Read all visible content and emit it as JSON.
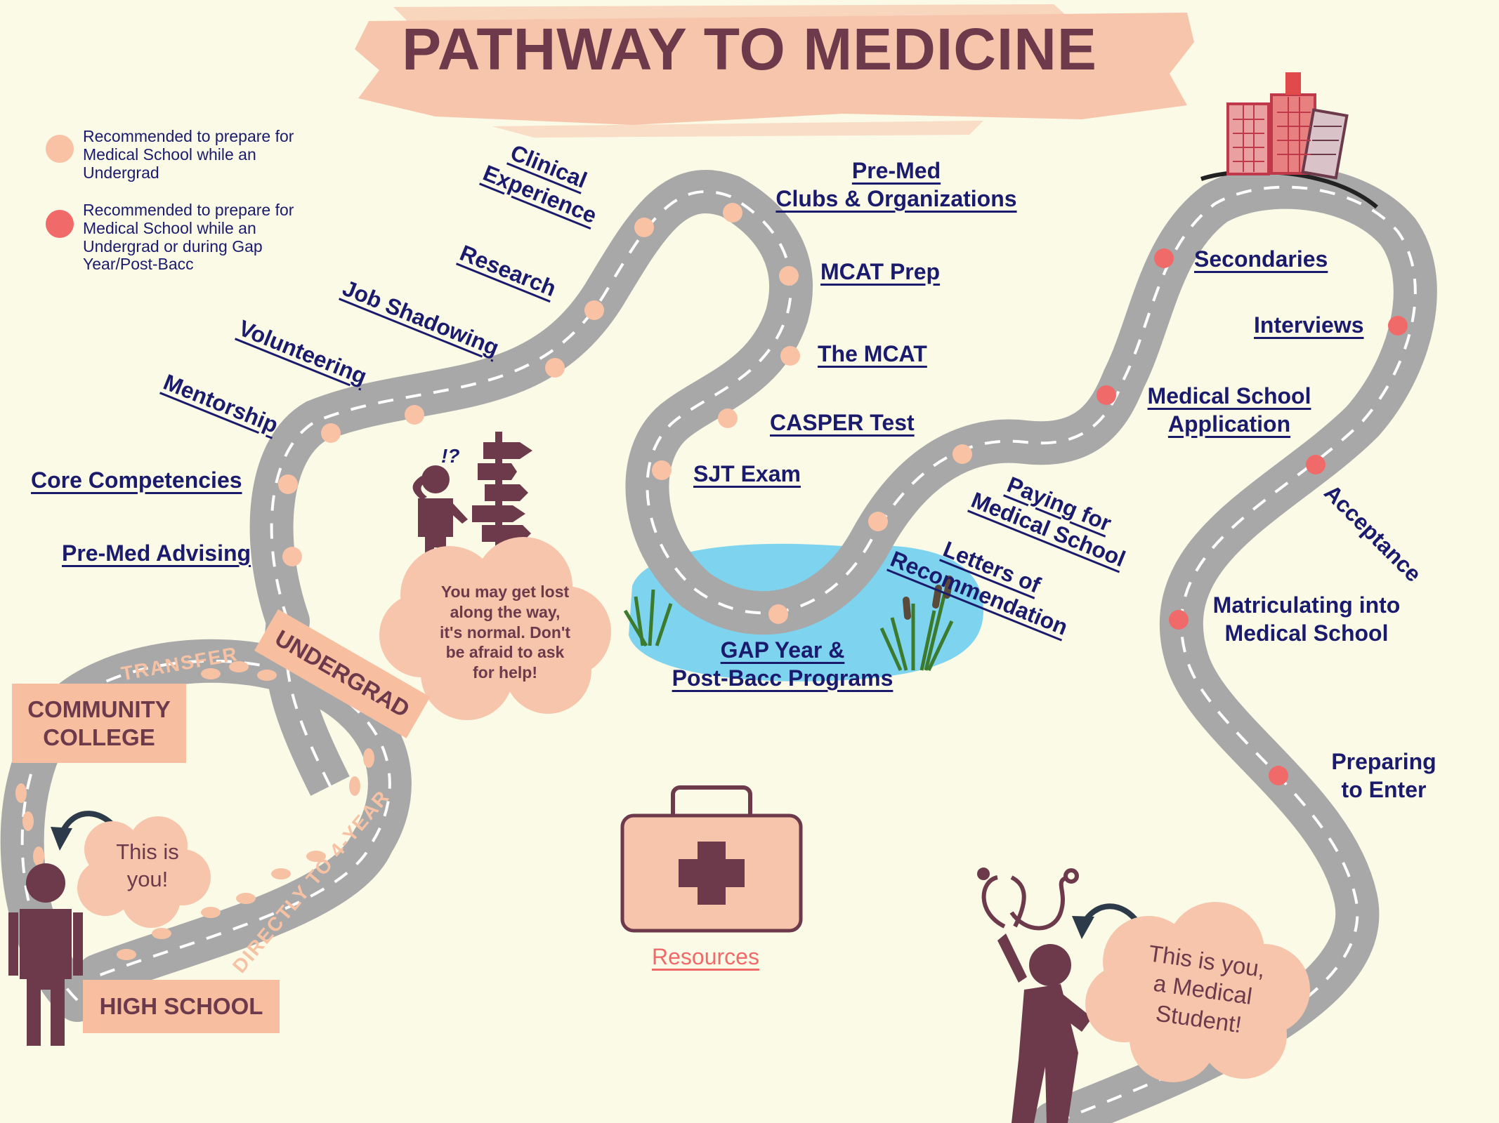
{
  "title": "PATHWAY TO MEDICINE",
  "legend": [
    {
      "text": "Recommended to prepare for Medical School while an Undergrad",
      "color": "#f9c2a5"
    },
    {
      "text": "Recommended to prepare for Medical School while an Undergrad or during Gap Year/Post-Bacc",
      "color": "#f06a6a"
    }
  ],
  "steps": {
    "pre_med_advising": "Pre-Med Advising",
    "core_competencies": "Core Competencies",
    "mentorship": "Mentorship",
    "volunteering": "Volunteering",
    "job_shadowing": "Job Shadowing",
    "research": "Research",
    "clinical_experience_1": "Clinical",
    "clinical_experience_2": "Experience",
    "pre_med_clubs_1": "Pre-Med",
    "pre_med_clubs_2": "Clubs & Organizations",
    "mcat_prep": "MCAT Prep",
    "the_mcat": "The MCAT",
    "casper_test": "CASPER Test",
    "sjt_exam": "SJT Exam",
    "gap_year_1": "GAP Year &",
    "gap_year_2": "Post-Bacc Programs",
    "letters_1": "Letters of",
    "letters_2": "Recommendation",
    "paying_1": "Paying for",
    "paying_2": "Medical School",
    "med_app_1": "Medical School",
    "med_app_2": "Application",
    "secondaries": "Secondaries",
    "interviews": "Interviews",
    "acceptance": "Acceptance",
    "matriculating_1": "Matriculating into",
    "matriculating_2": "Medical School",
    "preparing_1": "Preparing",
    "preparing_2": "to Enter"
  },
  "stages": {
    "community_college_1": "COMMUNITY",
    "community_college_2": "COLLEGE",
    "high_school": "HIGH SCHOOL",
    "undergrad": "UNDERGRAD",
    "transfer": "TRANSFER",
    "directly": "DIRECTLY TO 4-YEAR"
  },
  "bubbles": {
    "you_1": "This is",
    "you_2": "you!",
    "lost_1": "You may get lost",
    "lost_2": "along the way,",
    "lost_3": "it's normal. Don't",
    "lost_4": "be afraid to ask",
    "lost_5": "for help!",
    "lost_mark": "!?",
    "med_1": "This is you,",
    "med_2": "a Medical",
    "med_3": "Student!"
  },
  "resources": "Resources",
  "icons": [
    "first-aid-kit-icon",
    "signpost-icon",
    "hospital-buildings-icon",
    "stethoscope-icon",
    "curved-arrow-icon"
  ],
  "colors": {
    "background": "#fafae6",
    "road": "#a5a5a5",
    "brush": "#f7c5ab",
    "title": "#6d3a4b",
    "link": "#1b1b6e",
    "undergrad_dot": "#f9c2a5",
    "gap_dot": "#f06a6a",
    "person": "#6d3a4b",
    "lake": "#7ed4ef",
    "resources": "#f06a6a"
  }
}
